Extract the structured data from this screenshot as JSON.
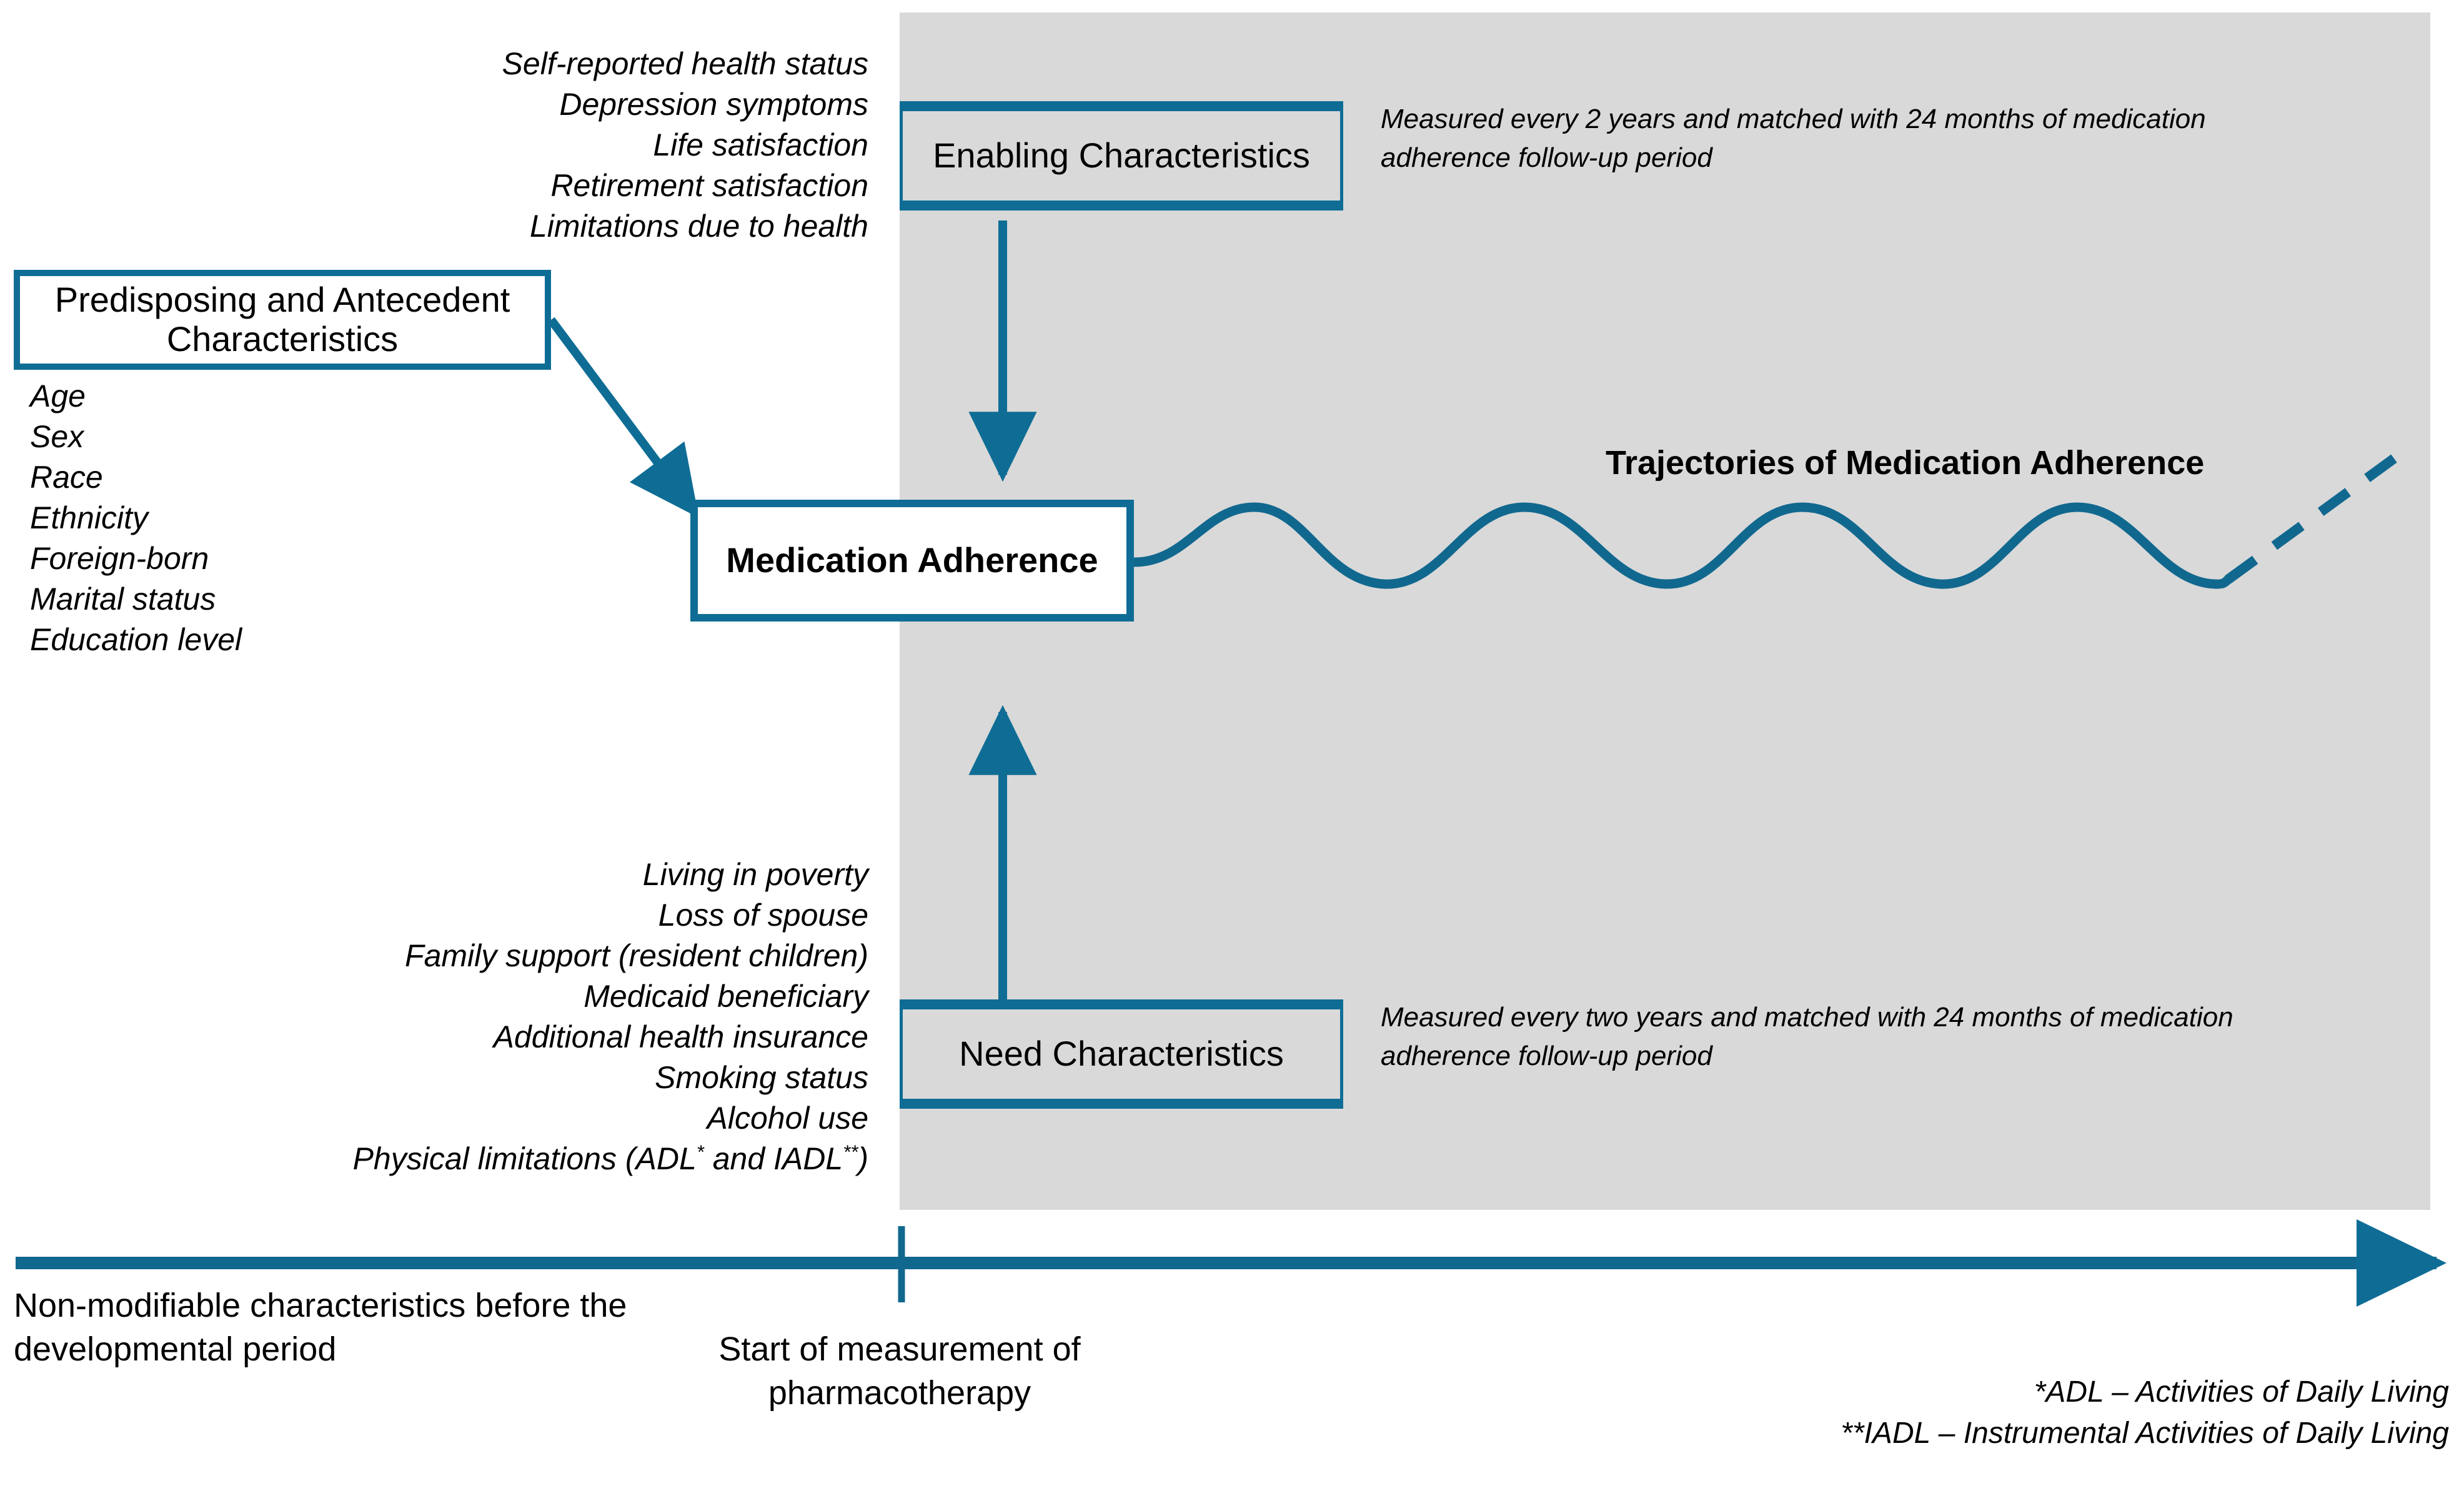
{
  "figure": {
    "title": "Conceptual model of medication adherence trajectories",
    "accent_color": "#0f6d95",
    "panel_color": "#d9d9d9",
    "background_color": "#ffffff"
  },
  "boxes": {
    "predisposing": "Predisposing and Antecedent Characteristics",
    "enabling": "Enabling Characteristics",
    "need": "Need Characteristics",
    "adherence": "Medication Adherence"
  },
  "lists": {
    "enabling_items": [
      "Self-reported health status",
      "Depression symptoms",
      "Life satisfaction",
      "Retirement satisfaction",
      "Limitations due to health"
    ],
    "predisposing_items": [
      "Age",
      "Sex",
      "Race",
      "Ethnicity",
      "Foreign-born",
      "Marital status",
      "Education level"
    ],
    "need_items": [
      "Living in poverty",
      "Loss of spouse",
      "Family support (resident children)",
      "Medicaid beneficiary",
      "Additional health insurance",
      "Smoking status",
      "Alcohol use"
    ],
    "need_last_item_prefix": "Physical limitations (ADL",
    "need_last_item_mid": " and IADL",
    "need_last_item_suffix": ")",
    "need_last_sup_1": "*",
    "need_last_sup_2": "**"
  },
  "notes": {
    "enabling": "Measured every 2 years and matched with 24 months of medication adherence follow-up period",
    "need": "Measured every two years and matched with 24 months of medication adherence follow-up period"
  },
  "trajectory": {
    "label": "Trajectories of Medication Adherence"
  },
  "timeline": {
    "left_caption": "Non-modifiable characteristics before the developmental period",
    "start_caption": "Start of measurement of pharmacotherapy"
  },
  "footnotes": {
    "adl": "*ADL – Activities of Daily Living",
    "iadl": "**IADL – Instrumental Activities of Daily Living"
  },
  "chart_data": {
    "type": "line",
    "title": "Trajectories of Medication Adherence",
    "description": "Oscillating adherence trajectory over the follow-up period with a rising dashed projection at the end",
    "xlabel": "",
    "ylabel": "",
    "solid_wave_cycles": 3,
    "projection_style": "dashed-ascending",
    "x": [
      1800,
      1900,
      2010,
      2120,
      2230,
      2330,
      2440,
      2550,
      2660,
      2770,
      2880,
      2980,
      3090,
      3200,
      3310,
      3420,
      3530,
      3560,
      3830
    ],
    "y": [
      900,
      860,
      815,
      830,
      890,
      935,
      900,
      850,
      818,
      840,
      895,
      935,
      898,
      848,
      818,
      845,
      900,
      935,
      735
    ]
  }
}
